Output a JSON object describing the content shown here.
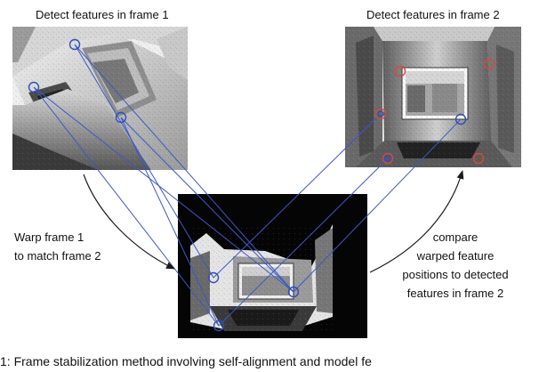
{
  "labels": {
    "frame1_title": "Detect features in frame 1",
    "frame2_title": "Detect features in frame 2",
    "warp_line1": "Warp frame 1",
    "warp_line2": "to match frame 2",
    "compare_line1": "compare",
    "compare_line2": "warped feature",
    "compare_line3": "positions to detected",
    "compare_line4": "features in frame 2",
    "caption_fragment": "1: Frame stabilization method involving self-alignment and model fe"
  },
  "colors": {
    "feature_blue": "#2f4fb8",
    "feature_red": "#d64a3a",
    "line_blue": "#3a58c8",
    "arrow": "#1a1a1a",
    "warp_bg": "#050505"
  }
}
